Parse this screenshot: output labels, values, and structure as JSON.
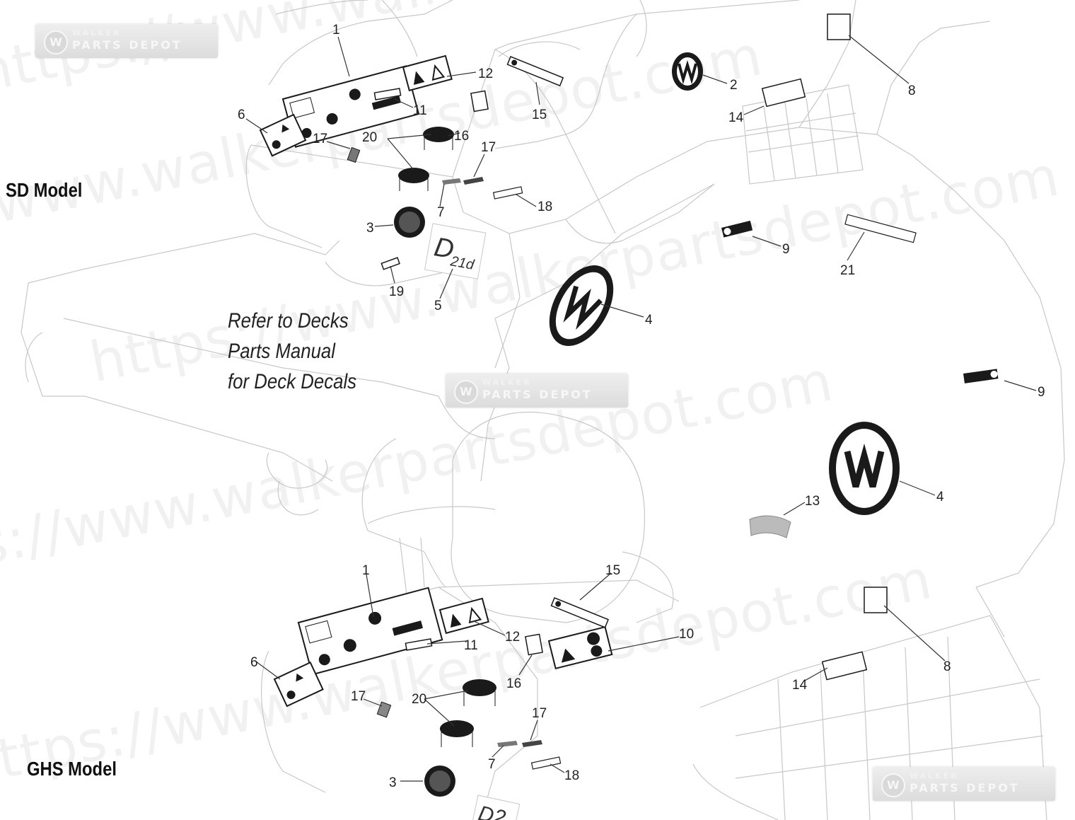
{
  "watermark": {
    "url": "https://www.walkerpartsdepot.com",
    "logo_line1": "WALKER",
    "logo_line2": "PARTS DEPOT"
  },
  "models": {
    "sd": "SD Model",
    "ghs": "GHS Model"
  },
  "note": {
    "line1": "Refer to Decks",
    "line2": "Parts Manual",
    "line3": "for Deck Decals"
  },
  "decal_markings": {
    "d21d_main": "D",
    "d21d_sub": "21d",
    "ghs_partial": "D2"
  },
  "callouts": {
    "sd": [
      "1",
      "2",
      "3",
      "5",
      "6",
      "7",
      "8",
      "9",
      "11",
      "12",
      "14",
      "15",
      "16",
      "17",
      "17",
      "18",
      "19",
      "20",
      "21"
    ],
    "shared": [
      "4",
      "4",
      "9",
      "13"
    ],
    "ghs": [
      "1",
      "3",
      "6",
      "7",
      "8",
      "10",
      "11",
      "12",
      "14",
      "15",
      "16",
      "17",
      "17",
      "18",
      "20"
    ]
  },
  "colors": {
    "outline": "#c8c8c8",
    "decal": "#1a1a1a",
    "leader": "#333333",
    "watermark": "#0000000e"
  }
}
